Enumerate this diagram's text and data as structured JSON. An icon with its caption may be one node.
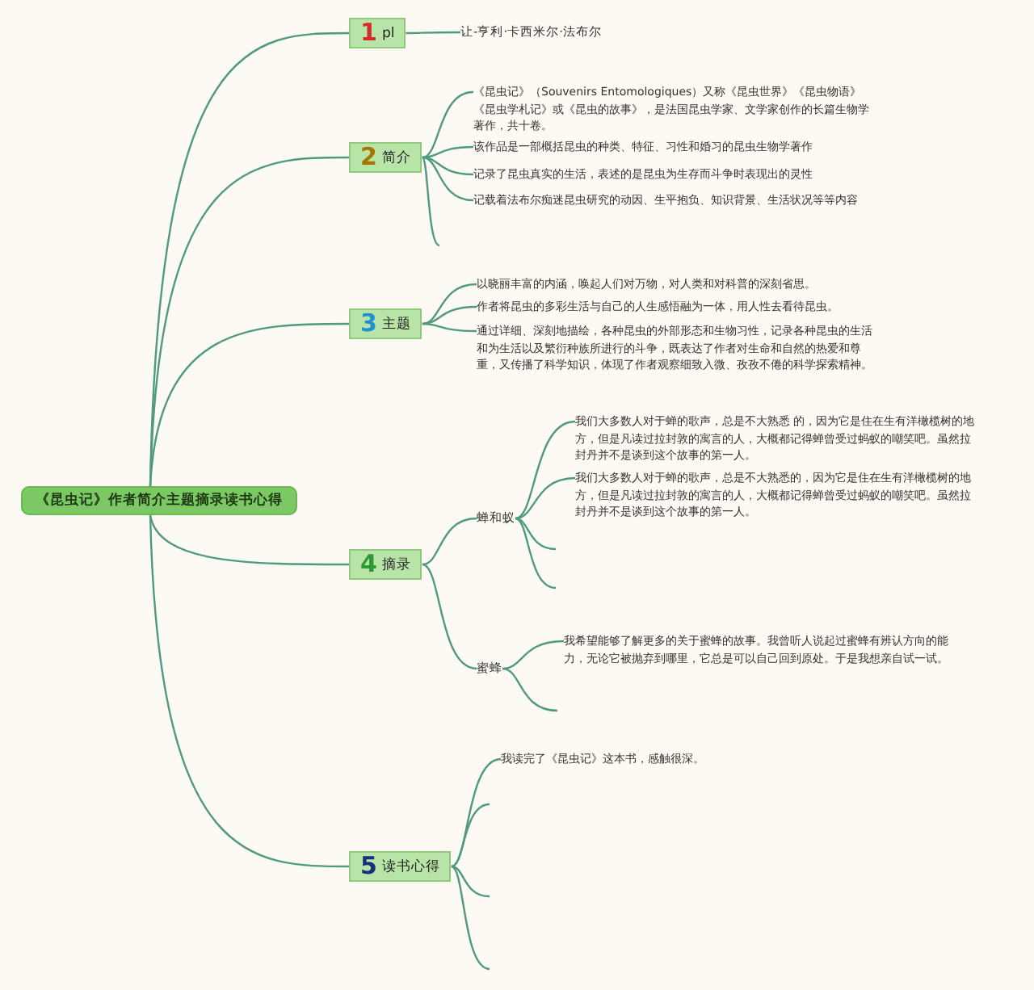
{
  "diagram": {
    "nodes": [
      {
        "text": [
          "《昆虫记》作者简介主题摘录读书心得"
        ]
      },
      {
        "text": [
          "1",
          "pl"
        ]
      },
      {
        "text": [
          "让-亨利·卡西米尔·法布尔"
        ]
      },
      {
        "text": [
          "2",
          "简介"
        ]
      },
      {
        "text": [
          "《昆虫记》（Souvenirs Entomologiques）又称《昆虫世界》《昆虫物语》《昆虫学札记》或《昆虫的故事》，是法国昆虫学家、文学家创作的长篇生物学著作，共十卷。"
        ]
      },
      {
        "text": [
          "该作品是一部概括昆虫的种类、特征、习性和婚习的昆虫生物学著作"
        ]
      },
      {
        "text": [
          "记录了昆虫真实的生活，表述的是昆虫为生存而斗争时表现出的灵性"
        ]
      },
      {
        "text": [
          "记载着法布尔痴迷昆虫研究的动因、生平抱负、知识背景、生活状况等等内容"
        ]
      },
      {
        "text": [
          "3",
          "主题"
        ]
      },
      {
        "text": [
          "以晓丽丰富的内涵，唤起人们对万物，对人类和对科普的深刻省思。"
        ]
      },
      {
        "text": [
          "作者将昆虫的多彩生活与自己的人生感悟融为一体，用人性去看待昆虫。"
        ]
      },
      {
        "text": [
          "通过详细、深刻地描绘，各种昆虫的外部形态和生物习性，记录各种昆虫的生活和为生活以及繁衍种族所进行的斗争，既表达了作者对生命和自然的热爱和尊重，又传播了科学知识，体现了作者观察细致入微、孜孜不倦的科学探索精神。"
        ]
      },
      {
        "text": [
          "4",
          "摘录"
        ]
      },
      {
        "text": [
          "蝉和蚁"
        ]
      },
      {
        "text": [
          "我们大多数人对于蝉的歌声，总是不大熟悉 的，因为它是住在生有洋橄榄树的地方，但是凡读过拉封敦的寓言的人，大概都记得蝉曾受过蚂蚁的嘲笑吧。虽然拉封丹并不是谈到这个故事的第一人。"
        ]
      },
      {
        "text": [
          "我们大多数人对于蝉的歌声，总是不大熟悉的，因为它是住在生有洋橄榄树的地方，但是凡读过拉封敦的寓言的人，大概都记得蝉曾受过蚂蚁的嘲笑吧。虽然拉封丹并不是谈到这个故事的第一人。"
        ]
      },
      {
        "text": [
          "蜜蜂"
        ]
      },
      {
        "text": [
          "我希望能够了解更多的关于蜜蜂的故事。我曾听人说起过蜜蜂有辨认方向的能力，无论它被抛弃到哪里，它总是可以自己回到原处。于是我想亲自试一试。"
        ]
      },
      {
        "text": [
          "5",
          "读书心得"
        ]
      },
      {
        "text": [
          "我读完了《昆虫记》这本书，感触很深。"
        ]
      }
    ],
    "edges": [
      {
        "from": 0,
        "to": 1,
        "arrow": "none"
      },
      {
        "from": 0,
        "to": 3,
        "arrow": "none"
      },
      {
        "from": 0,
        "to": 8,
        "arrow": "none"
      },
      {
        "from": 0,
        "to": 12,
        "arrow": "none"
      },
      {
        "from": 0,
        "to": 18,
        "arrow": "none"
      },
      {
        "from": 1,
        "to": 2,
        "arrow": "none"
      },
      {
        "from": 3,
        "to": 4,
        "arrow": "none"
      },
      {
        "from": 3,
        "to": 5,
        "arrow": "none"
      },
      {
        "from": 3,
        "to": 6,
        "arrow": "none"
      },
      {
        "from": 3,
        "to": 7,
        "arrow": "none"
      },
      {
        "from": 3,
        "to": null,
        "arrow": "none"
      },
      {
        "from": 8,
        "to": 9,
        "arrow": "none"
      },
      {
        "from": 8,
        "to": 10,
        "arrow": "none"
      },
      {
        "from": 8,
        "to": 11,
        "arrow": "none"
      },
      {
        "from": 12,
        "to": 13,
        "arrow": "none"
      },
      {
        "from": 12,
        "to": 16,
        "arrow": "none"
      },
      {
        "from": 13,
        "to": 14,
        "arrow": "none"
      },
      {
        "from": 13,
        "to": 15,
        "arrow": "none"
      },
      {
        "from": 13,
        "to": null,
        "arrow": "none"
      },
      {
        "from": 13,
        "to": null,
        "arrow": "none"
      },
      {
        "from": 16,
        "to": 17,
        "arrow": "none"
      },
      {
        "from": 16,
        "to": null,
        "arrow": "none"
      },
      {
        "from": 18,
        "to": 19,
        "arrow": "none"
      },
      {
        "from": 18,
        "to": null,
        "arrow": "none"
      },
      {
        "from": 18,
        "to": null,
        "arrow": "none"
      },
      {
        "from": 18,
        "to": null,
        "arrow": "none"
      }
    ]
  }
}
